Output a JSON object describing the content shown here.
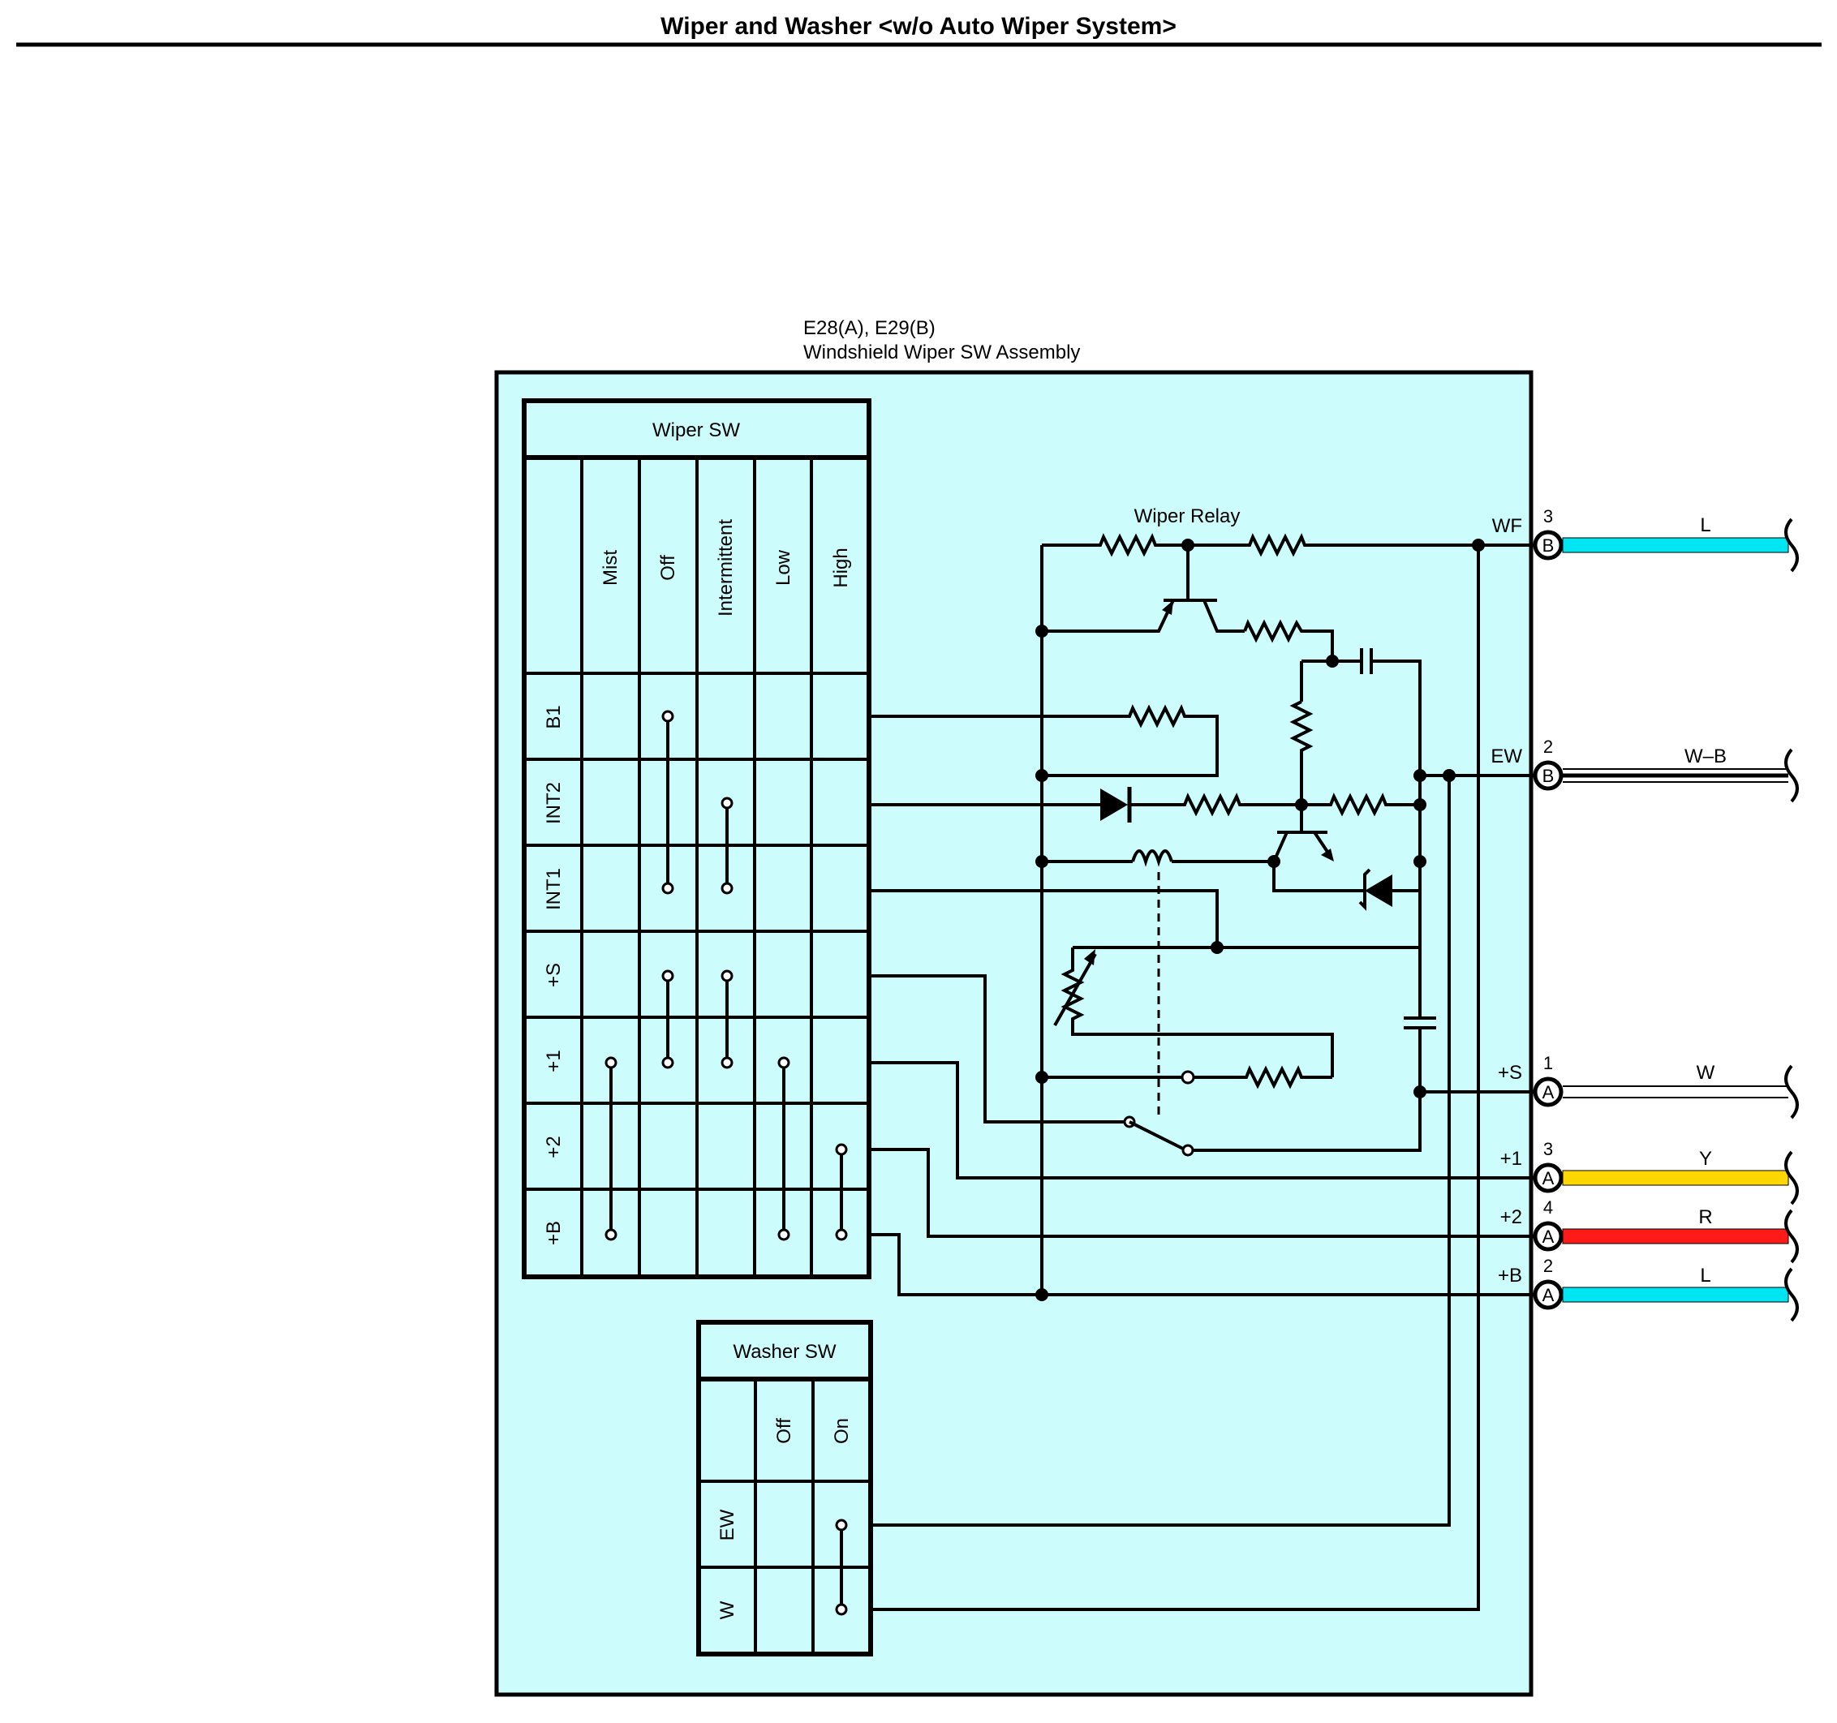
{
  "title": "Wiper and Washer <w/o Auto Wiper System>",
  "assembly": {
    "connector_codes": "E28(A), E29(B)",
    "name": "Windshield Wiper SW Assembly",
    "background_color": "#ccfcfc"
  },
  "wiper_sw": {
    "title": "Wiper SW",
    "positions": [
      "Mist",
      "Off",
      "Intermittent",
      "Low",
      "High"
    ],
    "terminals": [
      "B1",
      "INT2",
      "INT1",
      "+S",
      "+1",
      "+2",
      "+B"
    ]
  },
  "washer_sw": {
    "title": "Washer SW",
    "positions": [
      "Off",
      "On"
    ],
    "terminals": [
      "EW",
      "W"
    ]
  },
  "relay": {
    "label": "Wiper Relay"
  },
  "pins": [
    {
      "name": "WF",
      "number": "3",
      "connector": "B",
      "wire": "L",
      "color": "#00e5f2"
    },
    {
      "name": "EW",
      "number": "2",
      "connector": "B",
      "wire": "W–B",
      "color": "#ffffff"
    },
    {
      "name": "+S",
      "number": "1",
      "connector": "A",
      "wire": "W",
      "color": "#ffffff"
    },
    {
      "name": "+1",
      "number": "3",
      "connector": "A",
      "wire": "Y",
      "color": "#ffd700"
    },
    {
      "name": "+2",
      "number": "4",
      "connector": "A",
      "wire": "R",
      "color": "#ff1a1a"
    },
    {
      "name": "+B",
      "number": "2",
      "connector": "A",
      "wire": "L",
      "color": "#00e5f2"
    }
  ]
}
